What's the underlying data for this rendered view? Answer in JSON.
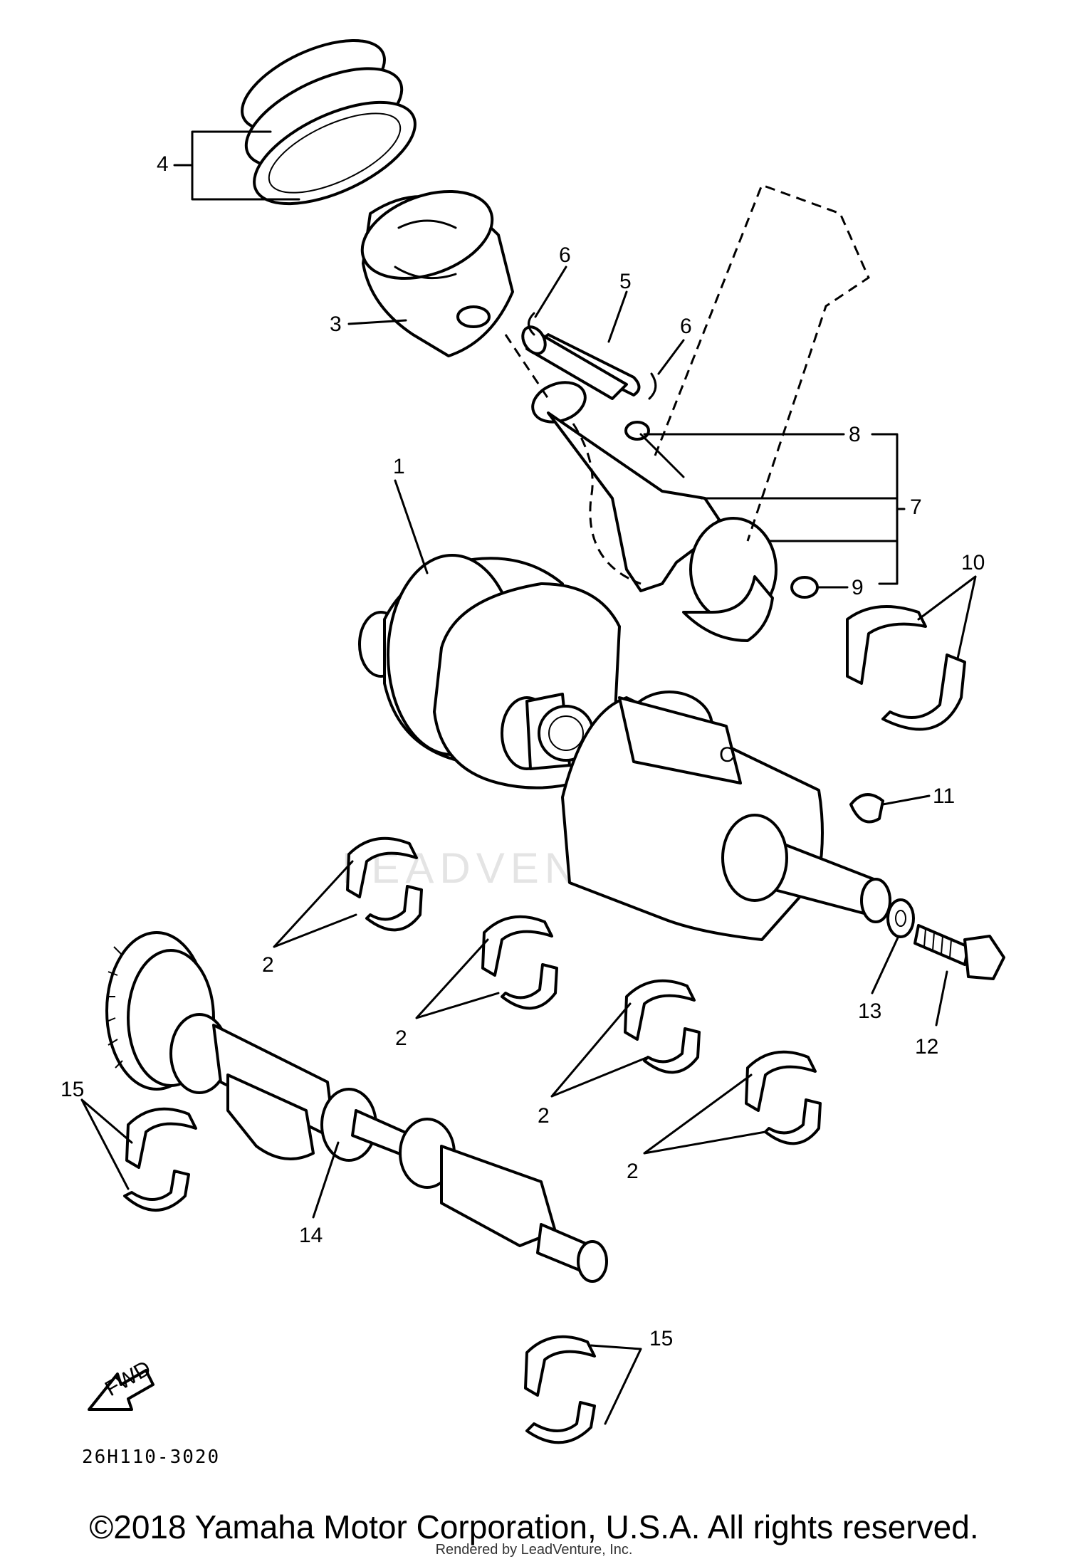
{
  "diagram": {
    "drawing_code": "26H110-3020",
    "watermark": "LEADVENTURE",
    "fwd_label": "FWD",
    "callouts": {
      "crankshaft": "1",
      "crank_bearing_a": "2",
      "crank_bearing_b": "2",
      "crank_bearing_c": "2",
      "crank_bearing_d": "2",
      "piston": "3",
      "piston_ring_set": "4",
      "piston_pin": "5",
      "circlip_left": "6",
      "circlip_right": "6",
      "connecting_rod_assy": "7",
      "rod_bolt": "8",
      "rod_nut": "9",
      "big_end_bearing": "10",
      "woodruff_key": "11",
      "bolt": "12",
      "washer": "13",
      "balancer_shaft": "14",
      "balancer_bearing_a": "15",
      "balancer_bearing_b": "15"
    }
  },
  "footer": {
    "copyright": "©2018 Yamaha Motor Corporation, U.S.A. All rights reserved.",
    "rendered_by": "Rendered by LeadVenture, Inc."
  }
}
